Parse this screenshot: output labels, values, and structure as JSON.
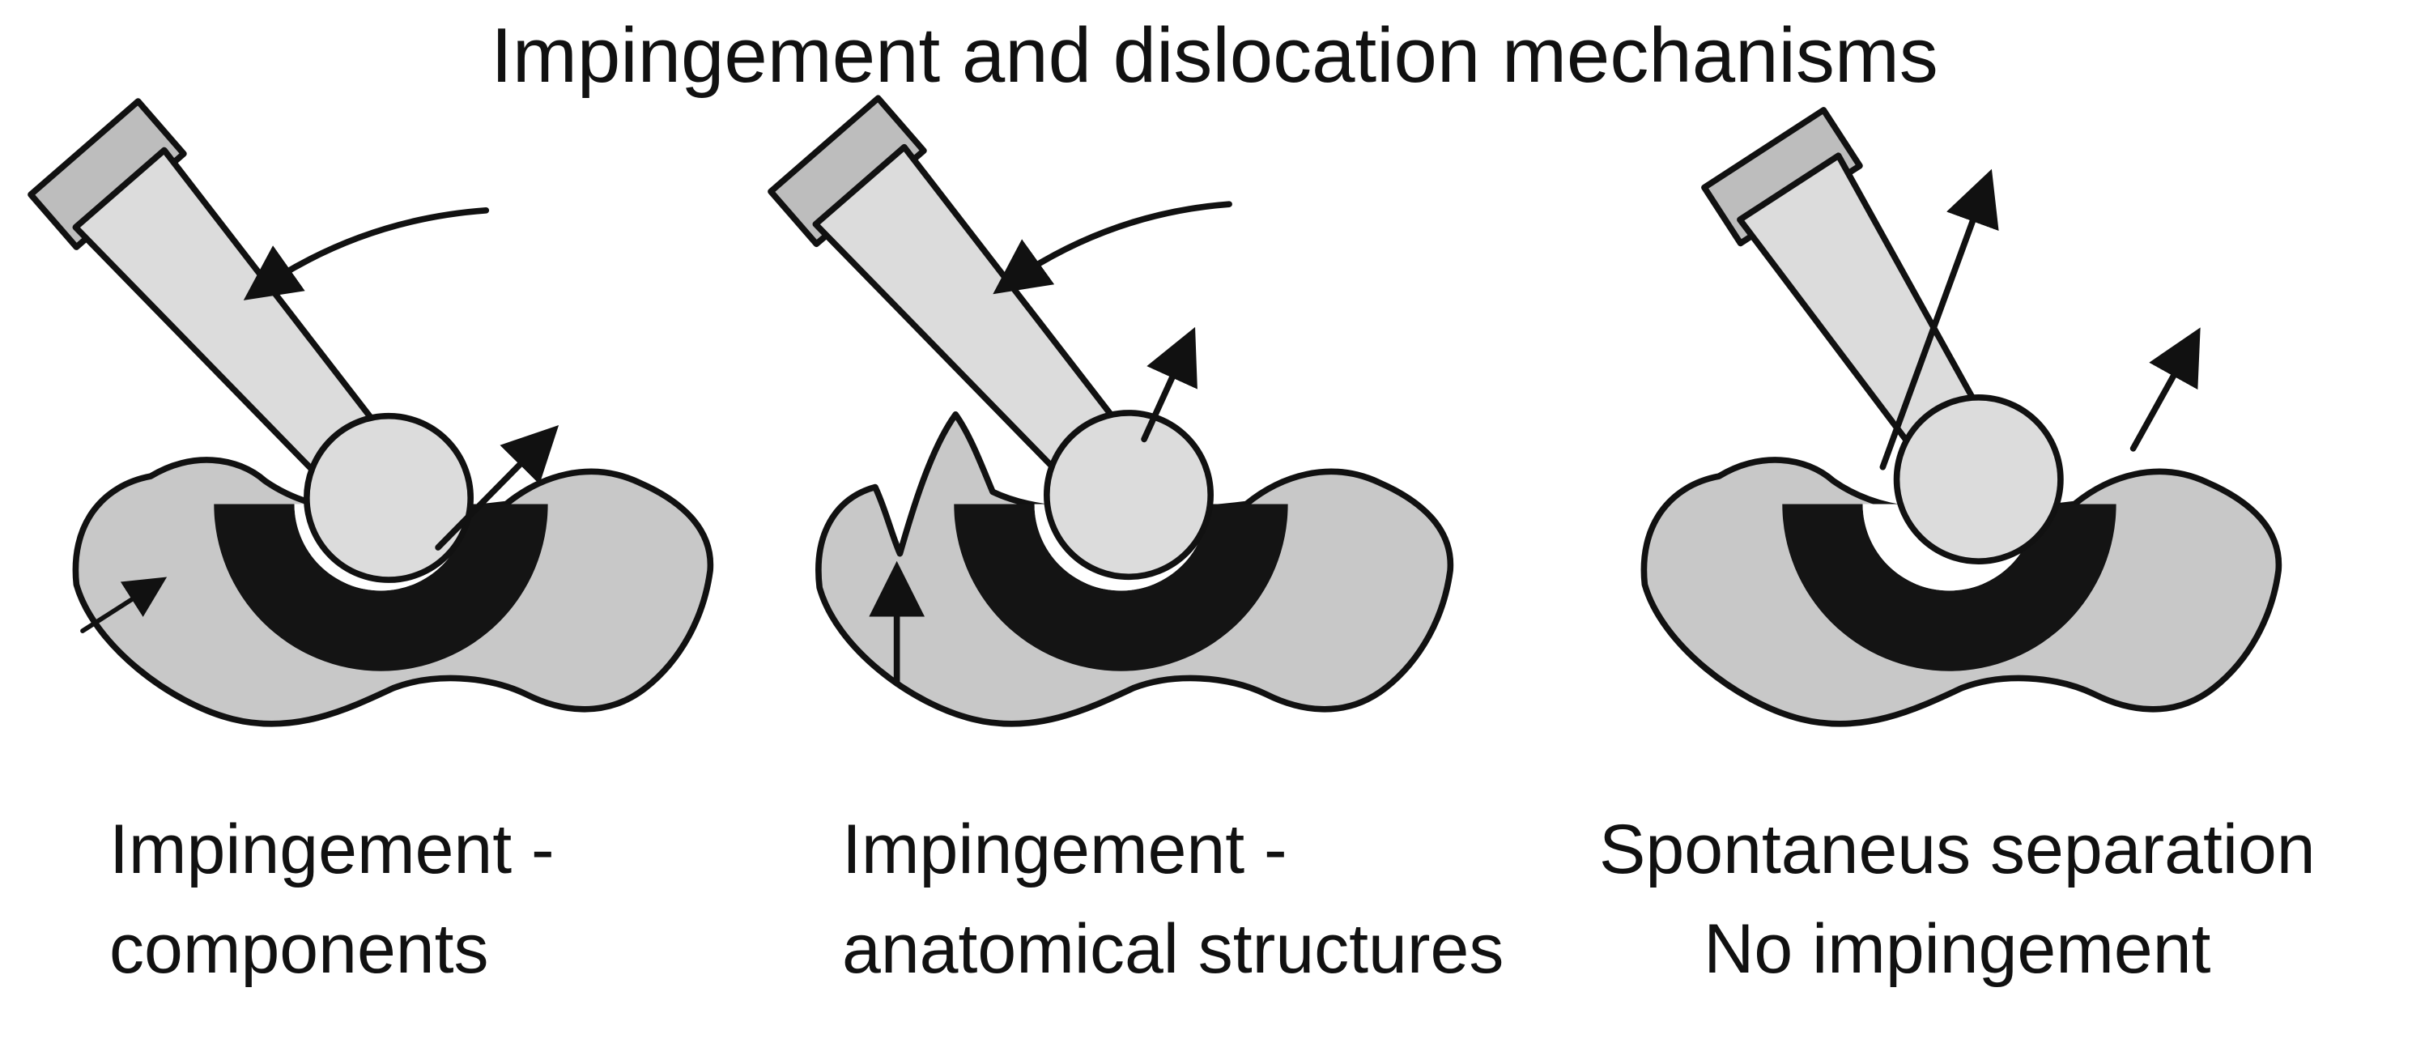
{
  "title": "Impingement and dislocation mechanisms",
  "panels": [
    {
      "id": "impingement-components",
      "caption_line1": "Impingement -",
      "caption_line2": "components"
    },
    {
      "id": "impingement-anatomical",
      "caption_line1": "Impingement -",
      "caption_line2": "anatomical structures"
    },
    {
      "id": "spontaneous-separation",
      "caption_line1": "Spontaneus separation",
      "caption_line2": "No impingement"
    }
  ],
  "colors": {
    "background": "#ffffff",
    "outline": "#111111",
    "bone_fill": "#c8c8c8",
    "component_fill": "#dcdcdc",
    "component_cap_fill": "#bdbdbd",
    "cup_fill": "#141414",
    "socket_fill": "#ffffff",
    "text": "#111111"
  }
}
